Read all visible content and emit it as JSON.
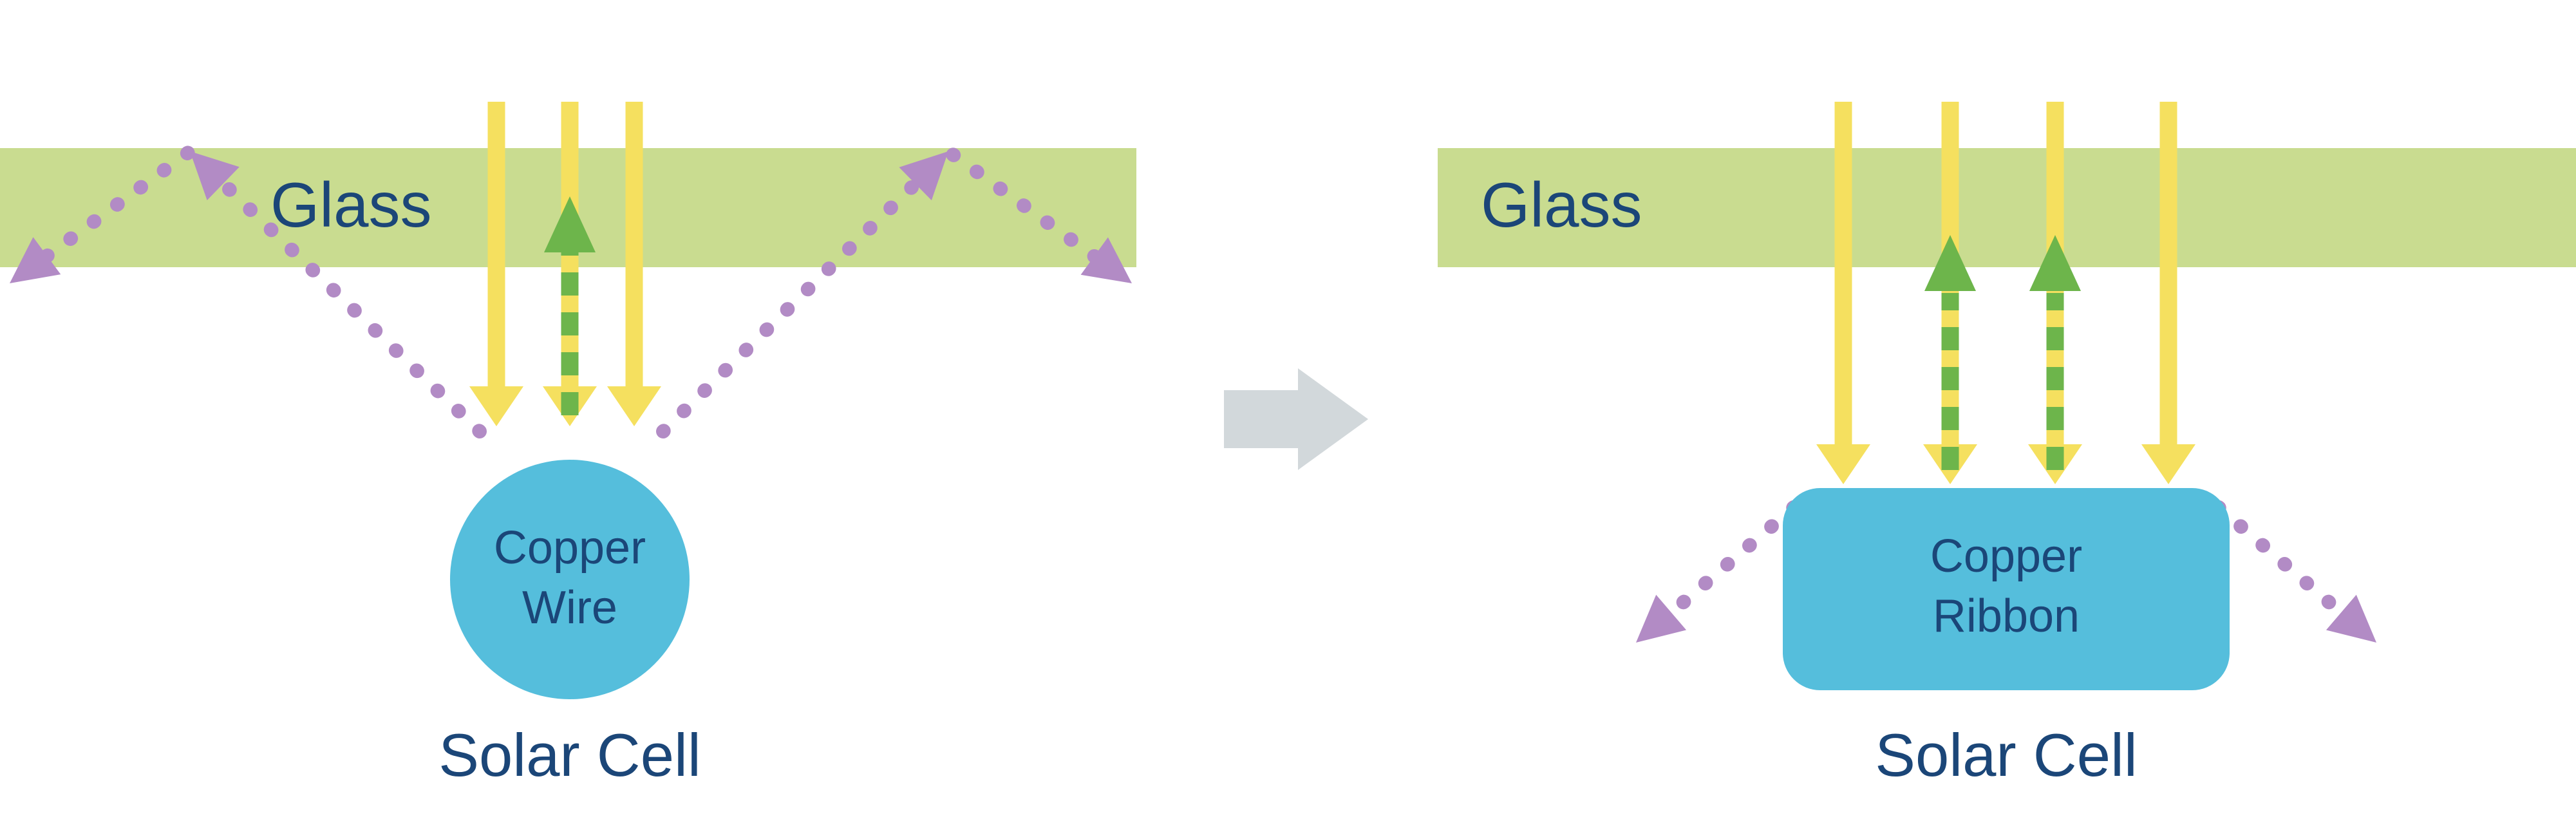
{
  "colors": {
    "glass_green": "#c9dc90",
    "copper_blue": "#55bedc",
    "sunlight_yellow": "#f5e05f",
    "reflected_green": "#6db54b",
    "scattered_purple": "#b28bc5",
    "label_navy": "#1b4678",
    "transition_gray": "#d2d8db",
    "background": "#ffffff"
  },
  "left": {
    "glass_label": "Glass",
    "component_line1": "Copper",
    "component_line2": "Wire",
    "cell_label": "Solar Cell"
  },
  "right": {
    "glass_label": "Glass",
    "component_line1": "Copper",
    "component_line2": "Ribbon",
    "cell_label": "Solar Cell"
  },
  "icons": {
    "transition_arrow": "block-arrow-right",
    "sunlight_arrow": "solid-yellow-down-arrow",
    "reflected_light_arrow": "dashed-green-up-arrow",
    "scattered_light_arrow": "dotted-purple-arrow"
  }
}
